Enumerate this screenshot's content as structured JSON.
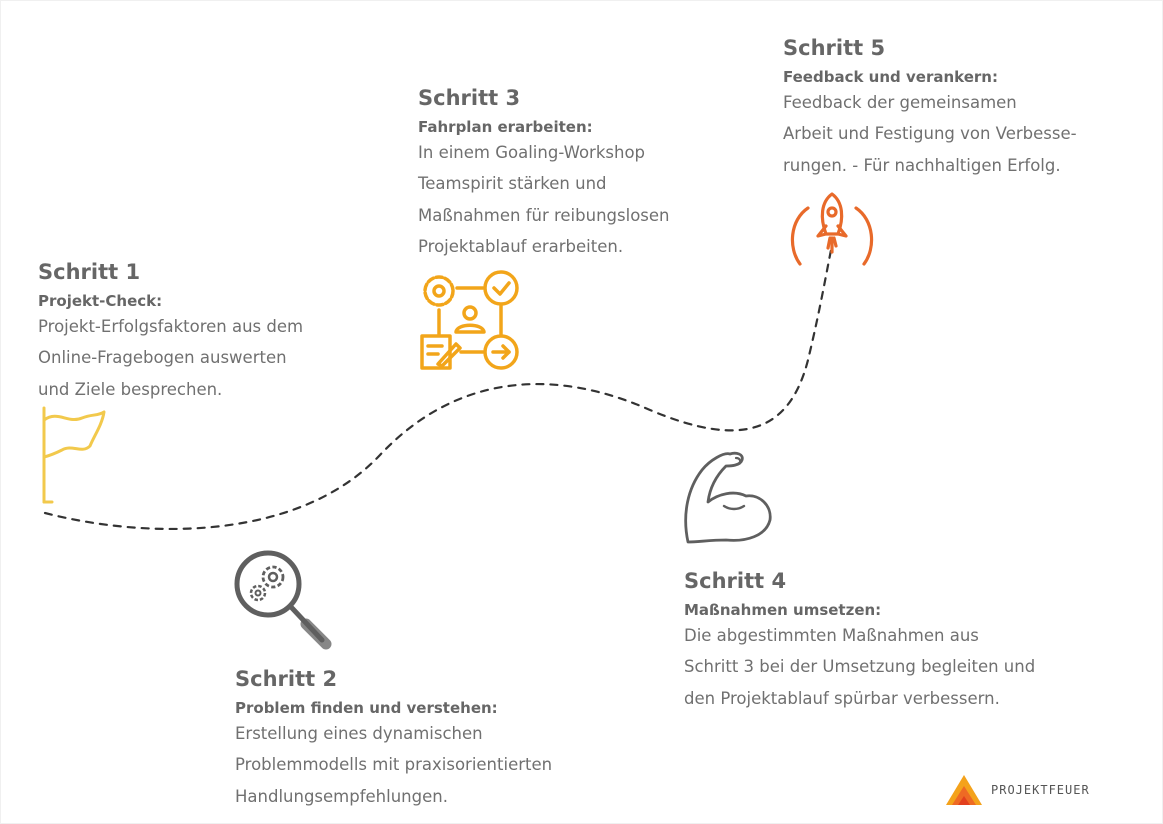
{
  "steps": [
    {
      "heading": "Schritt 1",
      "subtitle": "Projekt-Check:",
      "lines": [
        "Projekt-Erfolgsfaktoren aus dem",
        "Online-Fragebogen auswerten",
        "und Ziele besprechen."
      ]
    },
    {
      "heading": "Schritt 2",
      "subtitle": "Problem finden und verstehen:",
      "lines": [
        "Erstellung eines dynamischen",
        "Problemmodells mit praxisorientierten",
        "Handlungsempfehlungen."
      ]
    },
    {
      "heading": "Schritt 3",
      "subtitle": "Fahrplan erarbeiten:",
      "lines": [
        "In einem Goaling-Workshop",
        "Teamspirit stärken und",
        "Maßnahmen für reibungslosen",
        "Projektablauf erarbeiten."
      ]
    },
    {
      "heading": "Schritt 4",
      "subtitle": "Maßnahmen umsetzen:",
      "lines": [
        "Die abgestimmten Maßnahmen aus",
        "Schritt 3 bei der Umsetzung begleiten und",
        "den Projektablauf spürbar verbessern."
      ]
    },
    {
      "heading": "Schritt 5",
      "subtitle": "Feedback und verankern:",
      "lines": [
        "Feedback der gemeinsamen",
        "Arbeit und Festigung von Verbesse-",
        "rungen. - Für nachhaltigen Erfolg."
      ]
    }
  ],
  "icons": {
    "step1": "flag-icon",
    "step2": "magnifier-gear-icon",
    "step3": "workflow-icon",
    "step4": "flexed-arm-icon",
    "step5": "rocket-icon"
  },
  "brand": {
    "name": "PROJEKTFEUER"
  },
  "colors": {
    "flag": "#f2c94c",
    "magnifier": "#5f5f5f",
    "workflow": "#f2a51a",
    "arm": "#5f5f5f",
    "rocket": "#e86a2a",
    "path": "#333333"
  }
}
